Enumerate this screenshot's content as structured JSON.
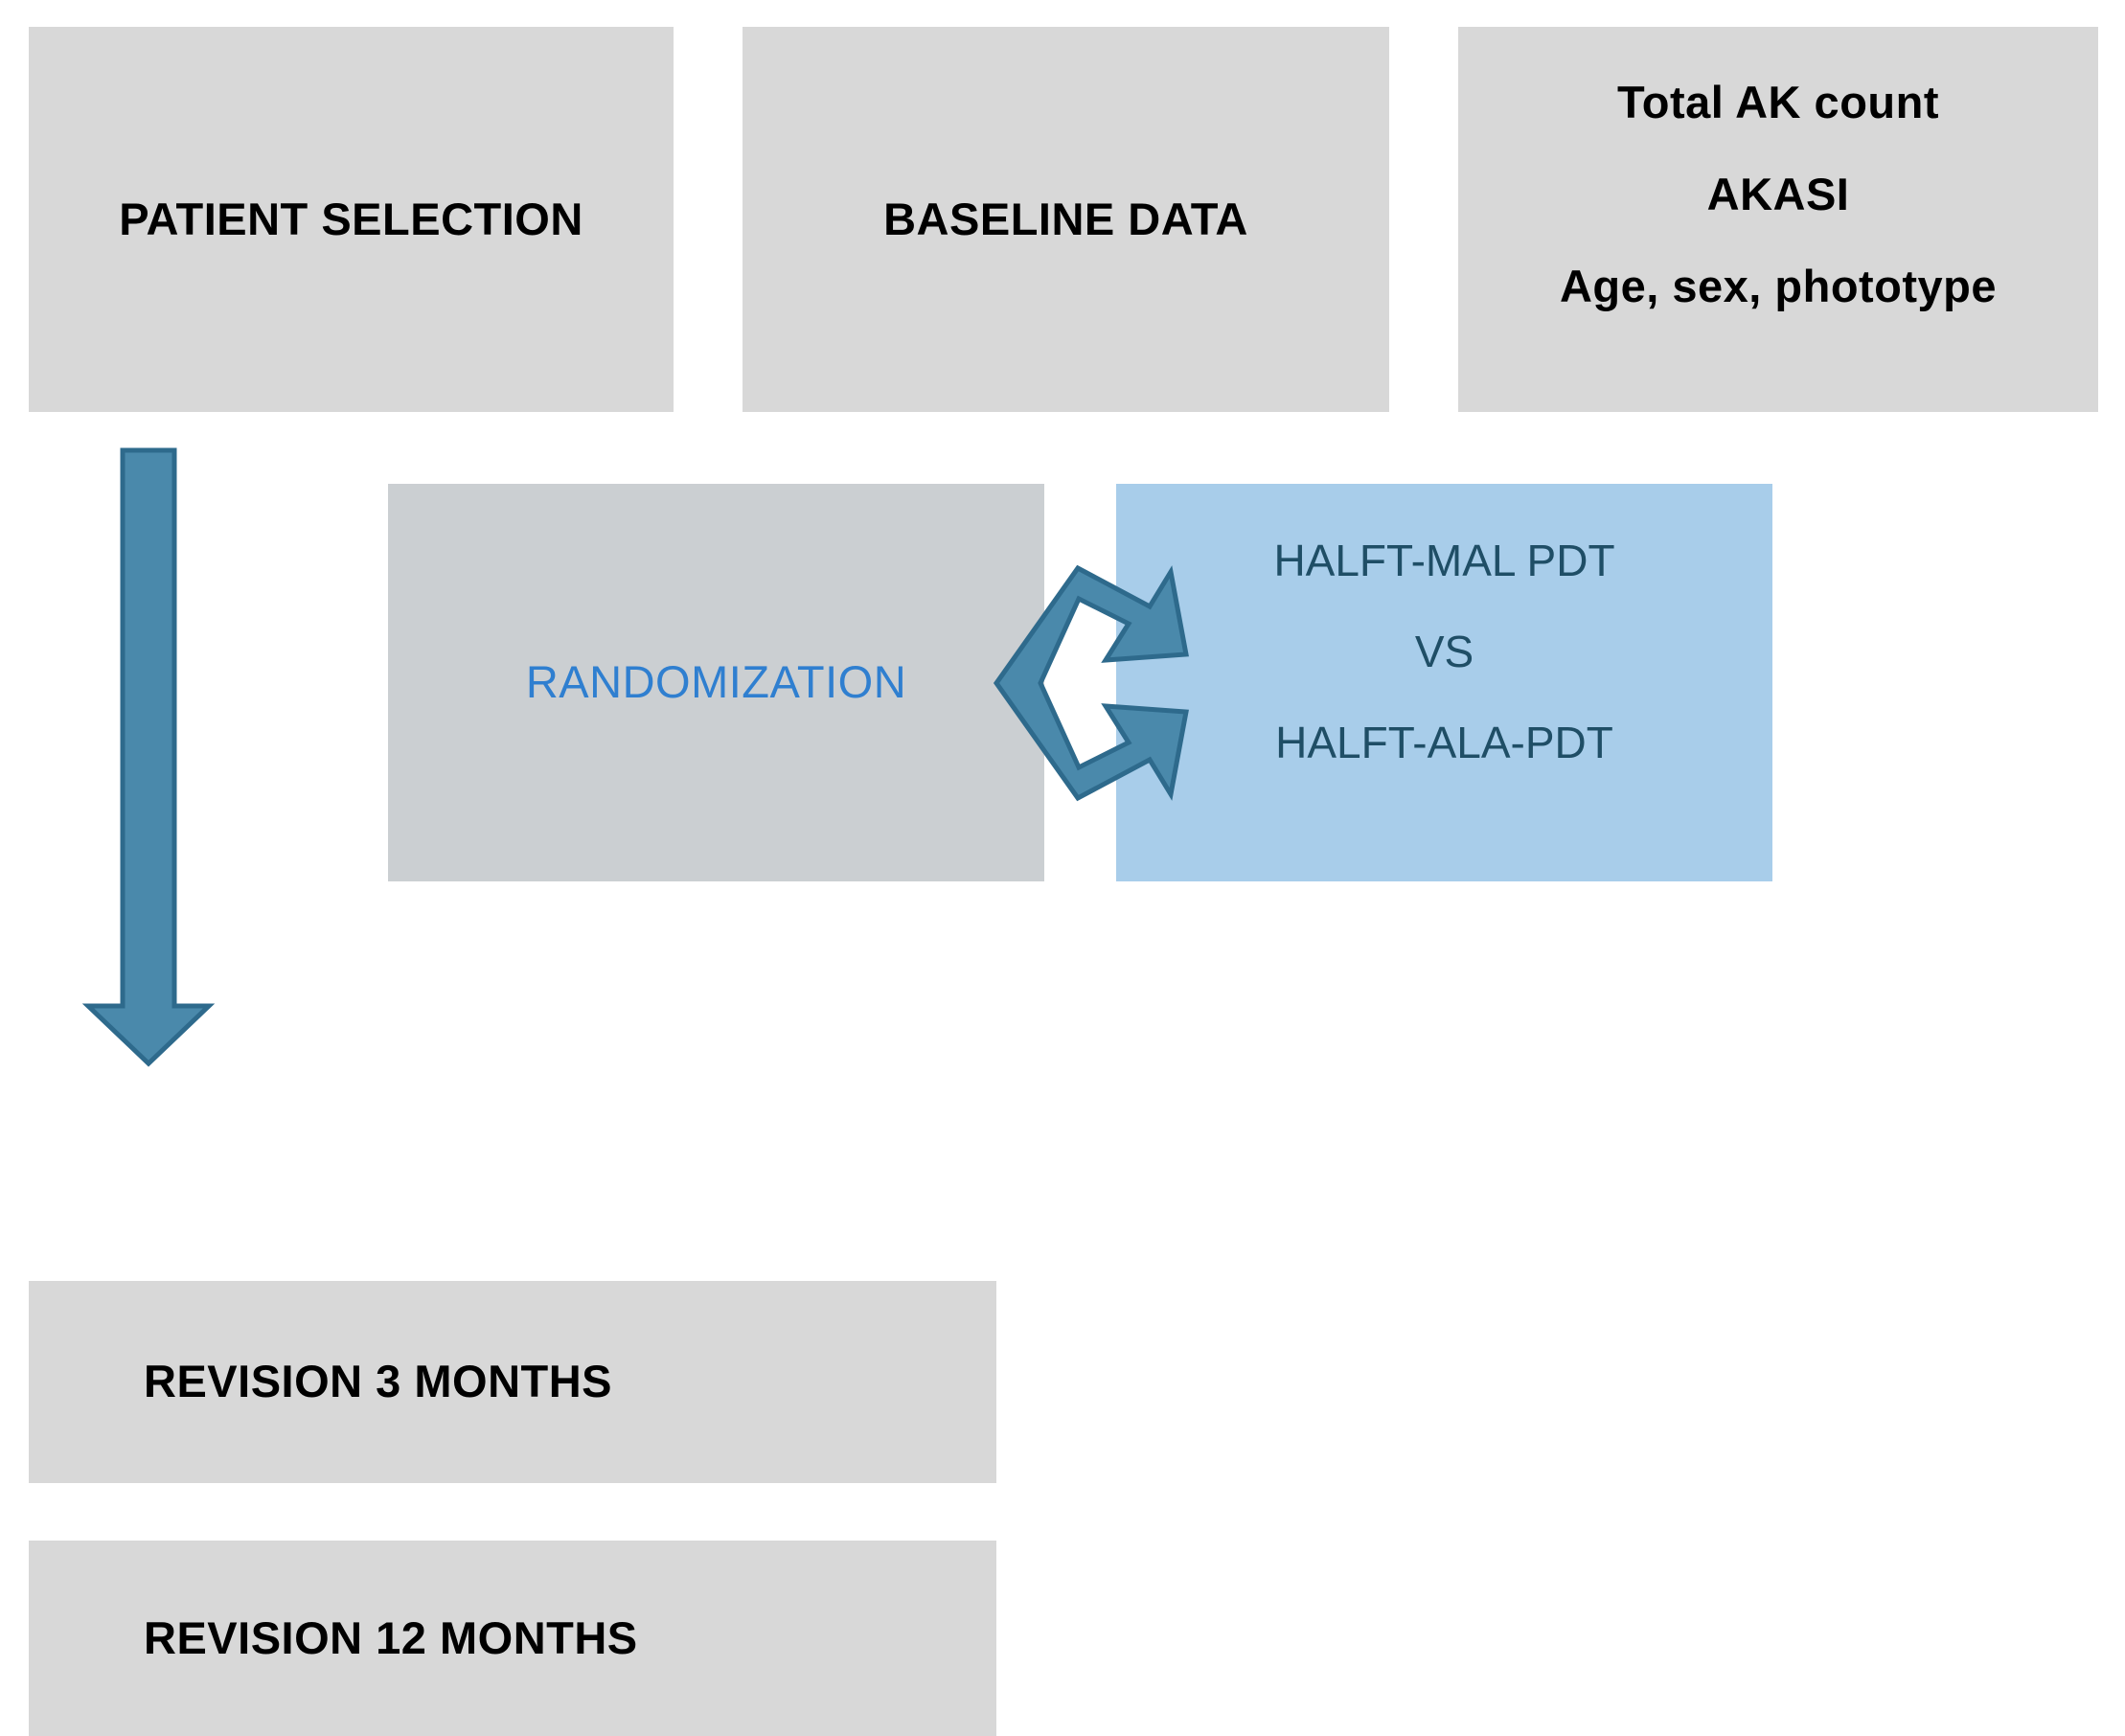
{
  "diagram": {
    "title": "Study design flow diagram",
    "colors": {
      "box_gray": "#d8d8d8",
      "box_gray_alt": "#cbcfd2",
      "box_blue": "#a8cdea",
      "arrow_fill": "#4a89ab",
      "arrow_stroke": "#2e6a8c",
      "randomization_text": "#2f7fd0",
      "treatment_text": "#1f4e66",
      "default_text": "#000000"
    },
    "nodes": {
      "patient_selection": {
        "label": "PATIENT SELECTION"
      },
      "baseline_data": {
        "label": "BASELINE DATA"
      },
      "baseline_measures": {
        "line1": "Total AK count",
        "line2": "AKASI",
        "line3": "Age, sex, phototype"
      },
      "randomization": {
        "label": "RANDOMIZATION"
      },
      "treatment_arms": {
        "arm1": "HALFT-MAL PDT",
        "separator": "VS",
        "arm2": "HALFT-ALA-PDT"
      },
      "revision_3_months": {
        "label": "REVISION 3 MONTHS"
      },
      "revision_12_months": {
        "label": "REVISION 12 MONTHS"
      }
    },
    "connectors": {
      "down_flow_arrow": "down-arrow",
      "split_arrow": "split-right-arrow"
    }
  }
}
